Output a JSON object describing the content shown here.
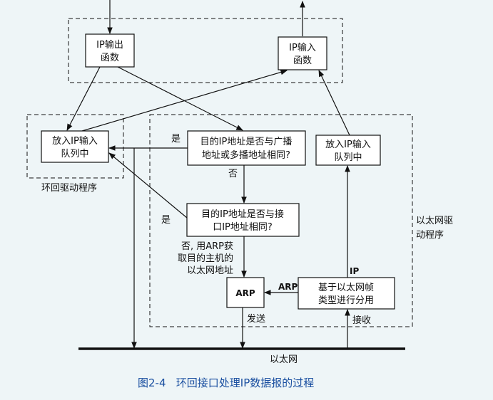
{
  "nodes": {
    "ip_output": [
      "IP输出",
      "函数"
    ],
    "ip_input": [
      "IP输入",
      "函数"
    ],
    "loop_queue": [
      "放入IP输入",
      "队列中"
    ],
    "eth_queue": [
      "放入IP输入",
      "队列中"
    ],
    "broadcast_check": [
      "目的IP地址是否与广播",
      "地址或多播地址相同?"
    ],
    "iface_check": [
      "目的IP地址是否与接",
      "口IP地址相同?"
    ],
    "arp": "ARP",
    "demux": [
      "基于以太网帧",
      "类型进行分用"
    ]
  },
  "regions": {
    "loop_driver": "环回驱动程序",
    "eth_driver": [
      "以太网驱",
      "动程序"
    ]
  },
  "edge_labels": {
    "yes1": "是",
    "no1": "否",
    "yes2": "是",
    "no2_arp": [
      "否, 用ARP获",
      "取目的主机的",
      "以太网地址"
    ],
    "ip": "IP",
    "arp": "ARP",
    "send": "发送",
    "receive": "接收"
  },
  "bus_label": "以太网",
  "caption": "图2-4   环回接口处理IP数据报的过程"
}
